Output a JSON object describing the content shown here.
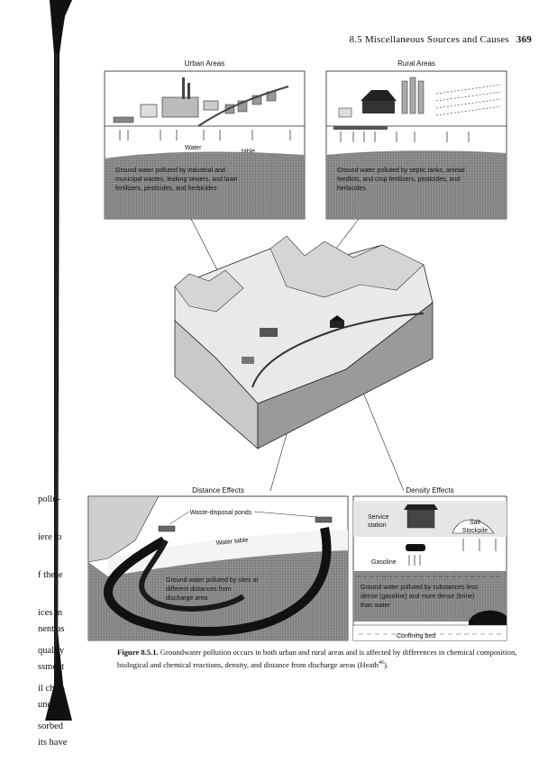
{
  "header": {
    "section": "8.5  Miscellaneous Sources and Causes",
    "page": "369"
  },
  "margin_text": {
    "block1": [
      "pollu-",
      "iere to",
      "f these",
      "ices in",
      "quality",
      "il char-",
      "sorbed"
    ],
    "block2": [
      "nent as",
      "ssment",
      "undwa-",
      "its have"
    ]
  },
  "figure": {
    "urban": {
      "title": "Urban Areas",
      "water_label": "Water",
      "table_label": "table",
      "description": [
        "Ground water polluted by industrial and",
        "municipal wastes, leaking sewers, and lawn",
        "fertilizers, pesticides, and herbicides"
      ]
    },
    "rural": {
      "title": "Rural Areas",
      "description": [
        "Ground water polluted by septic tanks, animal",
        "feedlots, and crop fertilizers, pesticides, and",
        "herbicides"
      ]
    },
    "distance": {
      "title": "Distance Effects",
      "ponds_label": "Waste-disposal ponds",
      "water_table_label": "Water table",
      "description": [
        "Ground water polluted by sites at",
        "different distances from",
        "discharge area"
      ]
    },
    "density": {
      "title": "Density Effects",
      "service_station_label": [
        "Service",
        "station"
      ],
      "salt_label": [
        "Salt",
        "Stockpile"
      ],
      "gasoline_label": "Gasoline",
      "description": [
        "Ground water polluted by substances less",
        "dense (gasoline) and more dense (brine)",
        "than water"
      ],
      "confining_label": "Confining bed"
    }
  },
  "caption": {
    "label": "Figure 8.5.1.",
    "text": "Groundwater pollution occurs in both urban and rural areas and is affected by differences in chemical composition, biological and chemical reactions, density, and distance from discharge areas (Heath",
    "superscript": "46",
    "end": ")."
  }
}
